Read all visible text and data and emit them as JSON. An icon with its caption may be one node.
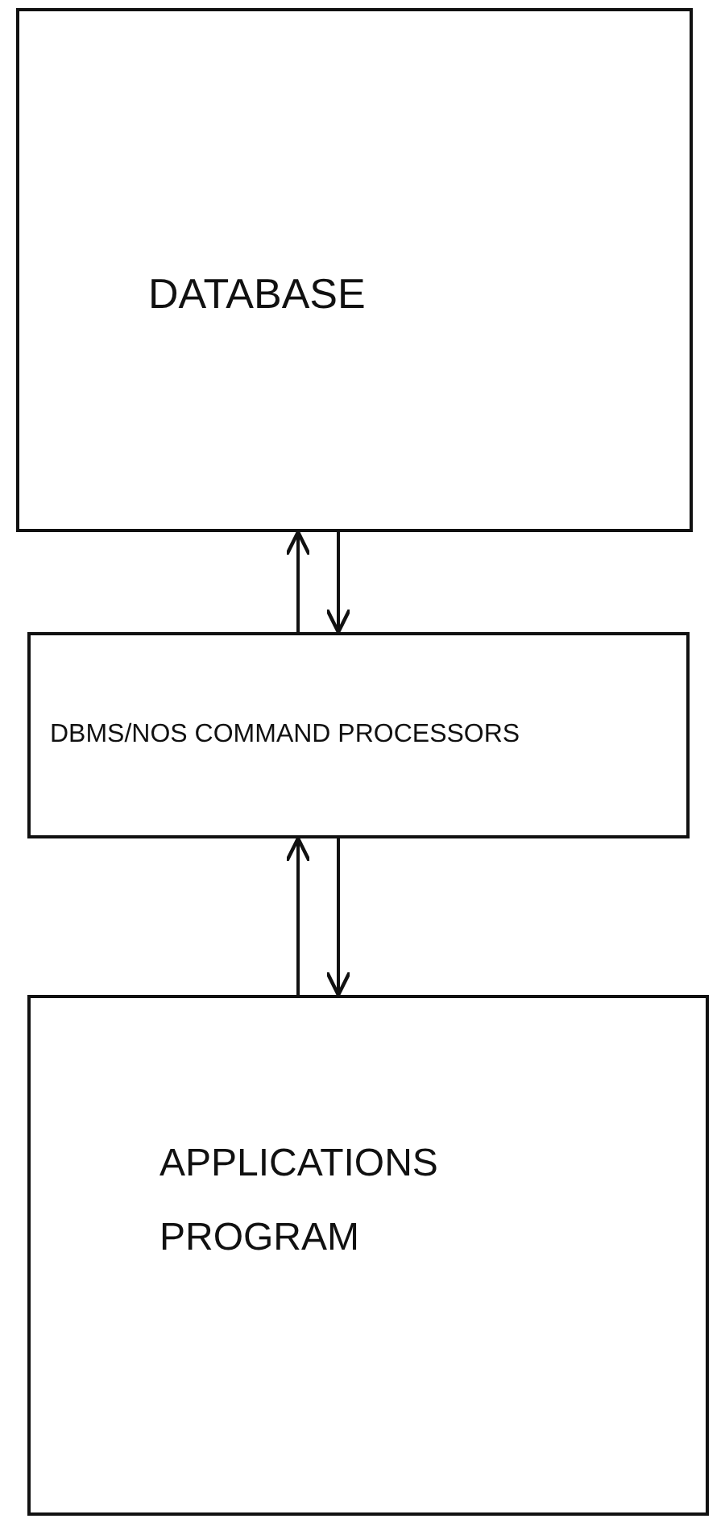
{
  "diagram": {
    "nodes": [
      {
        "text": [
          "DATABASE"
        ]
      },
      {
        "text": [
          "DBMS/NOS COMMAND PROCESSORS"
        ]
      },
      {
        "text": [
          "APPLICATIONS PROGRAM"
        ]
      }
    ],
    "edges": [
      {
        "from": 1,
        "to": 0,
        "arrow": "to"
      },
      {
        "from": 0,
        "to": 1,
        "arrow": "to"
      },
      {
        "from": 2,
        "to": 1,
        "arrow": "to"
      },
      {
        "from": 1,
        "to": 2,
        "arrow": "to"
      }
    ]
  }
}
